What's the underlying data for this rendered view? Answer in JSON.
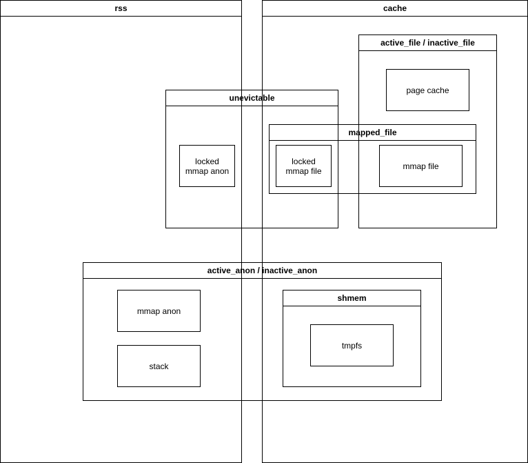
{
  "groups": {
    "rss": "rss",
    "cache": "cache",
    "active_file": "active_file / inactive_file",
    "unevictable": "unevictable",
    "mapped_file": "mapped_file",
    "active_anon": "active_anon / inactive_anon",
    "shmem": "shmem"
  },
  "boxes": {
    "page_cache": "page cache",
    "locked_mmap_anon": "locked\nmmap anon",
    "locked_mmap_file": "locked\nmmap file",
    "mmap_file": "mmap file",
    "mmap_anon": "mmap anon",
    "stack": "stack",
    "tmpfs": "tmpfs"
  }
}
